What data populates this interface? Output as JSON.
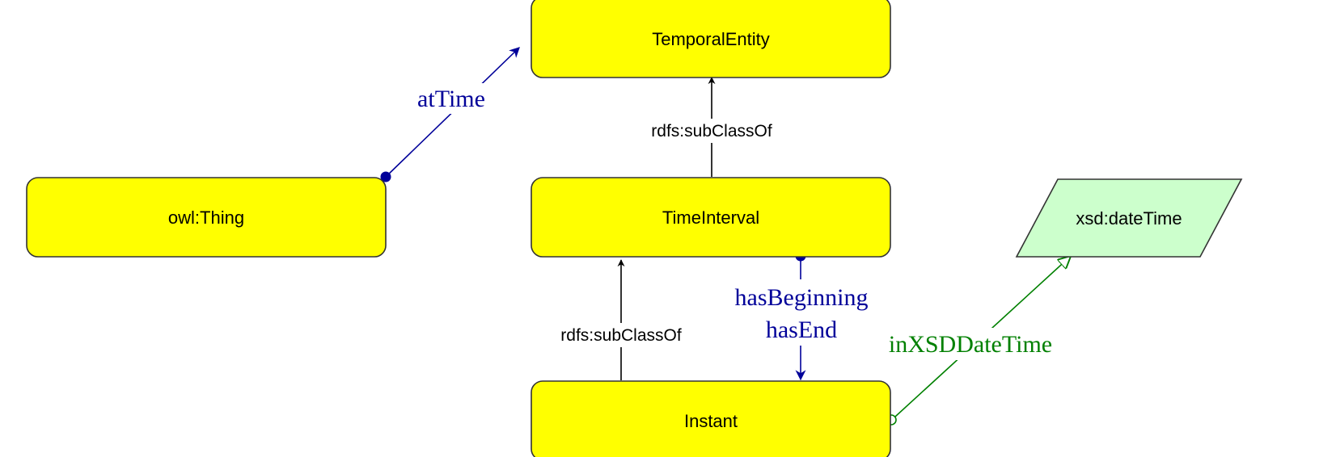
{
  "nodes": {
    "temporal_entity": "TemporalEntity",
    "owl_thing": "owl:Thing",
    "time_interval": "TimeInterval",
    "instant": "Instant",
    "xsd_datetime": "xsd:dateTime"
  },
  "edges": {
    "at_time": "atTime",
    "interval_subclass": "rdfs:subClassOf",
    "instant_subclass": "rdfs:subClassOf",
    "has_beginning": "hasBeginning",
    "has_end": "hasEnd",
    "in_xsd_datetime": "inXSDDateTime"
  },
  "colors": {
    "class_fill": "#ffff00",
    "class_stroke": "#333333",
    "datatype_fill": "#ccffcc",
    "object_property": "#000099",
    "datatype_property": "#008000",
    "subclass_edge": "#000000"
  }
}
